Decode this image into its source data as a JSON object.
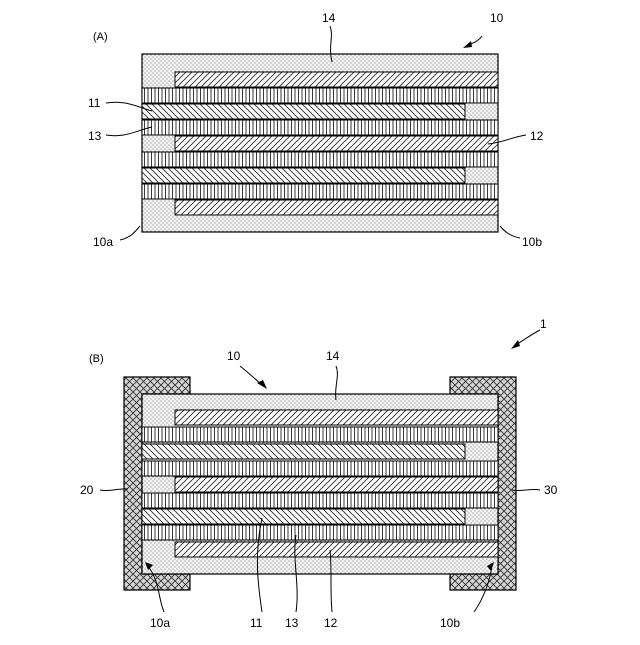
{
  "figure_a": {
    "panel_label": "(A)",
    "labels": {
      "body": "10",
      "dielectric": "14",
      "layer_11": "11",
      "layer_13": "13",
      "layer_12": "12",
      "end_left": "10a",
      "end_right": "10b"
    }
  },
  "figure_b": {
    "panel_label": "(B)",
    "labels": {
      "component": "1",
      "body": "10",
      "dielectric": "14",
      "electrode_left": "20",
      "electrode_right": "30",
      "end_left": "10a",
      "end_right": "10b",
      "layer_11": "11",
      "layer_13": "13",
      "layer_12": "12"
    }
  }
}
